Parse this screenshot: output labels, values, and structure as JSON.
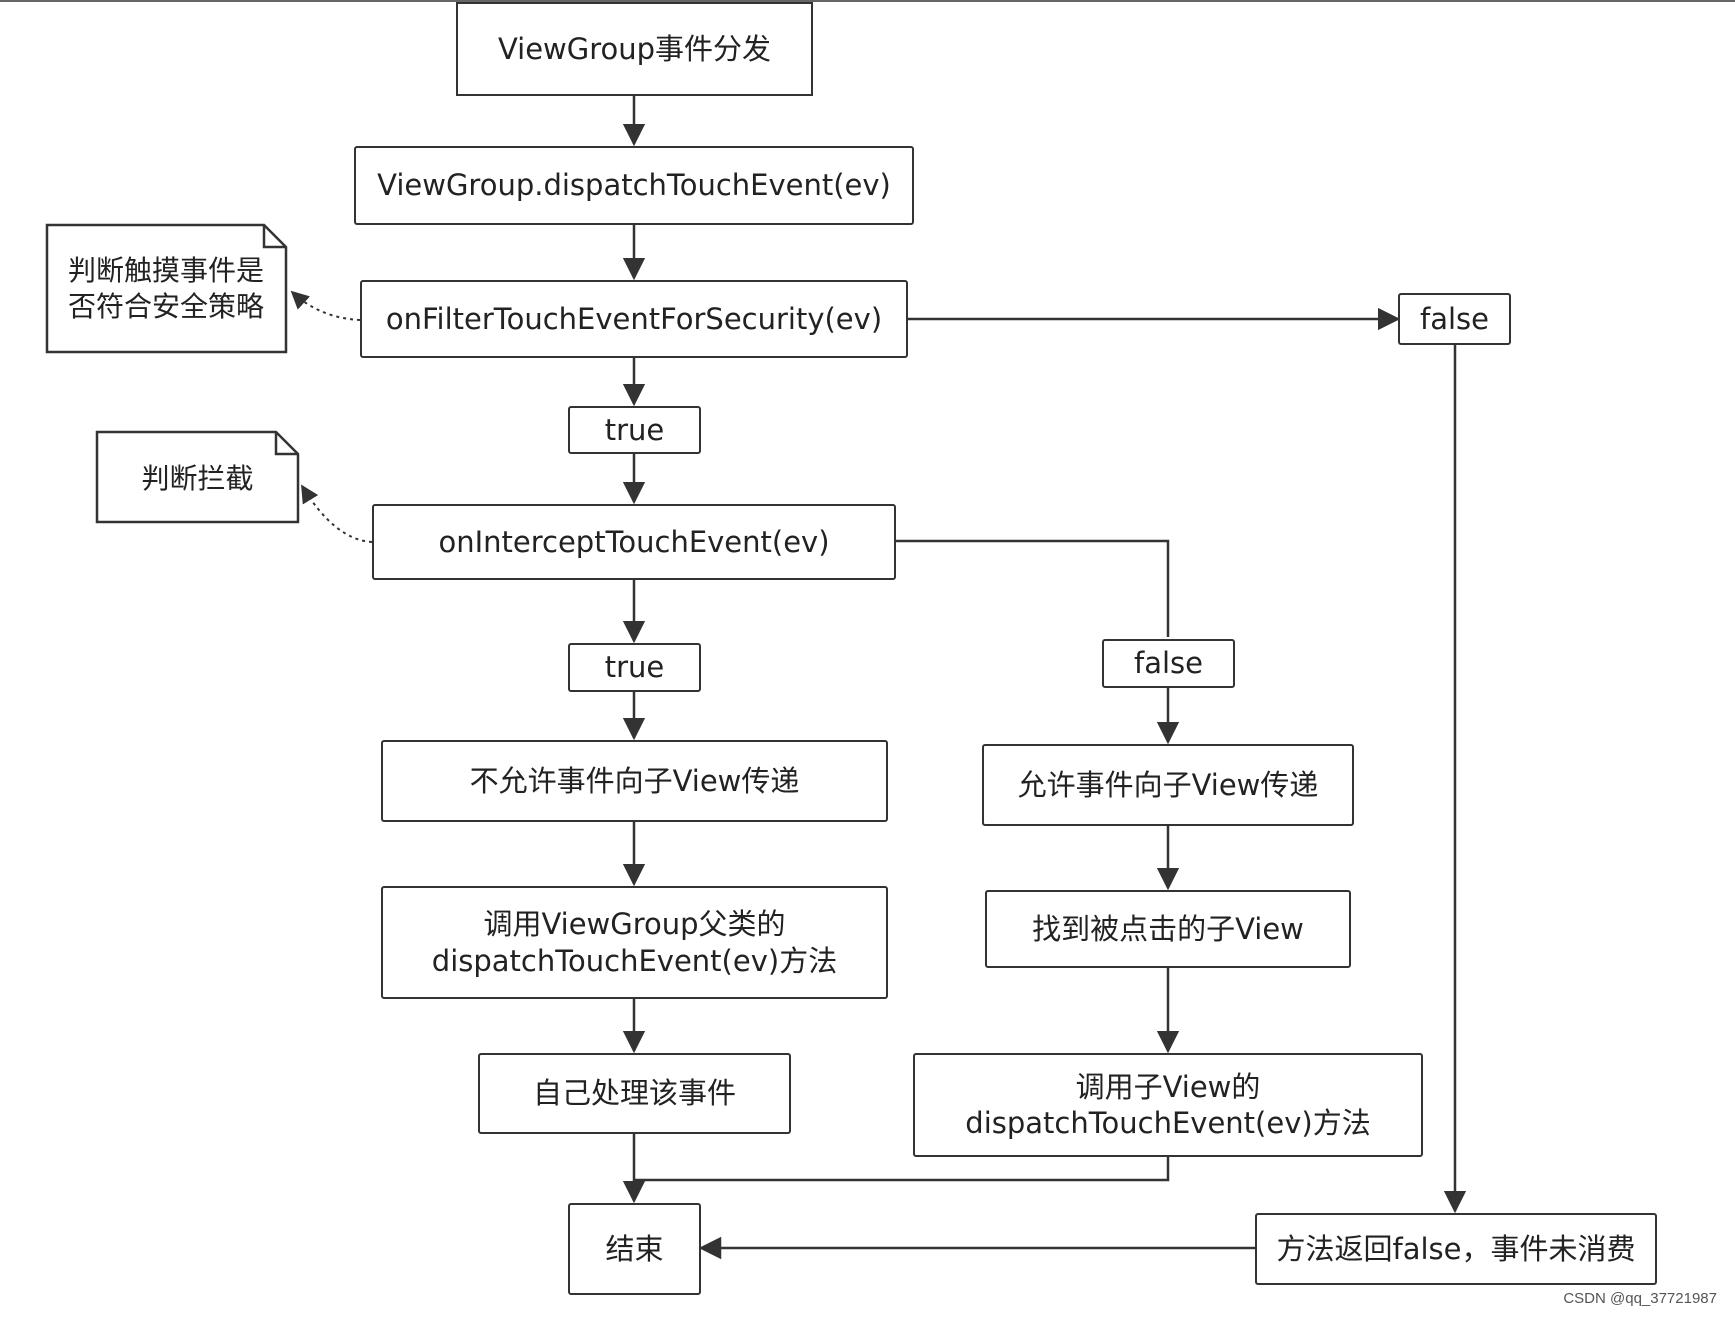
{
  "nodes": {
    "start": "ViewGroup事件分发",
    "dispatch": "ViewGroup.dispatchTouchEvent(ev)",
    "filter": "onFilterTouchEventForSecurity(ev)",
    "filter_true": "true",
    "filter_false": "false",
    "intercept": "onInterceptTouchEvent(ev)",
    "intercept_true": "true",
    "intercept_false": "false",
    "deny": "不允许事件向子View传递",
    "call_super_line1": "调用ViewGroup父类的",
    "call_super_line2": "dispatchTouchEvent(ev)方法",
    "self_handle": "自己处理该事件",
    "allow": "允许事件向子View传递",
    "find_child": "找到被点击的子View",
    "call_child_line1": "调用子View的",
    "call_child_line2": "dispatchTouchEvent(ev)方法",
    "end": "结束",
    "return_false": "方法返回false，事件未消费"
  },
  "notes": {
    "security_line1": "判断触摸事件是",
    "security_line2": "否符合安全策略",
    "intercept_note": "判断拦截"
  },
  "watermark": "CSDN @qq_37721987",
  "cursor_icon": "text-cursor-icon",
  "colors": {
    "line": "#333333",
    "fill": "#ffffff"
  }
}
